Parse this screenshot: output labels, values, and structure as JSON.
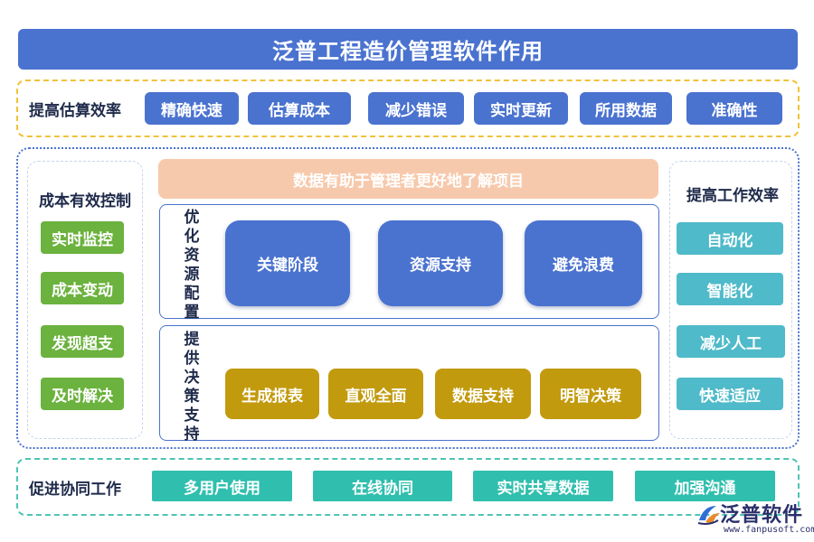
{
  "title": "泛普工程造价管理软件作用",
  "estimate": {
    "title": "提高估算效率",
    "items": [
      "精确快速",
      "估算成本",
      "减少错误",
      "实时更新",
      "所用数据",
      "准确性"
    ]
  },
  "cost_control": {
    "title": "成本有效控制",
    "items": [
      "实时监控",
      "成本变动",
      "发现超支",
      "及时解决"
    ]
  },
  "work_efficiency": {
    "title": "提高工作效率",
    "items": [
      "自动化",
      "智能化",
      "减少人工",
      "快速适应"
    ]
  },
  "banner": "数据有助于管理者更好地了解项目",
  "resource": {
    "label": [
      "优",
      "化",
      "资",
      "源",
      "配",
      "置"
    ],
    "items": [
      "关键阶段",
      "资源支持",
      "避免浪费"
    ]
  },
  "decision": {
    "label": [
      "提",
      "供",
      "决",
      "策",
      "支",
      "持"
    ],
    "items": [
      "生成报表",
      "直观全面",
      "数据支持",
      "明智决策"
    ]
  },
  "collab": {
    "title": "促进协同工作",
    "items": [
      "多用户使用",
      "在线协同",
      "实时共享数据",
      "加强沟通"
    ]
  },
  "logo": {
    "name": "泛普软件",
    "url": "www.fanpusoft.com"
  },
  "colors": {
    "primary_blue": "#4a72cf",
    "green": "#6bb23e",
    "teal": "#4fbac9",
    "gold": "#c29a0d",
    "mint": "#30bfae",
    "banner_peach": "#f7c9ac"
  }
}
